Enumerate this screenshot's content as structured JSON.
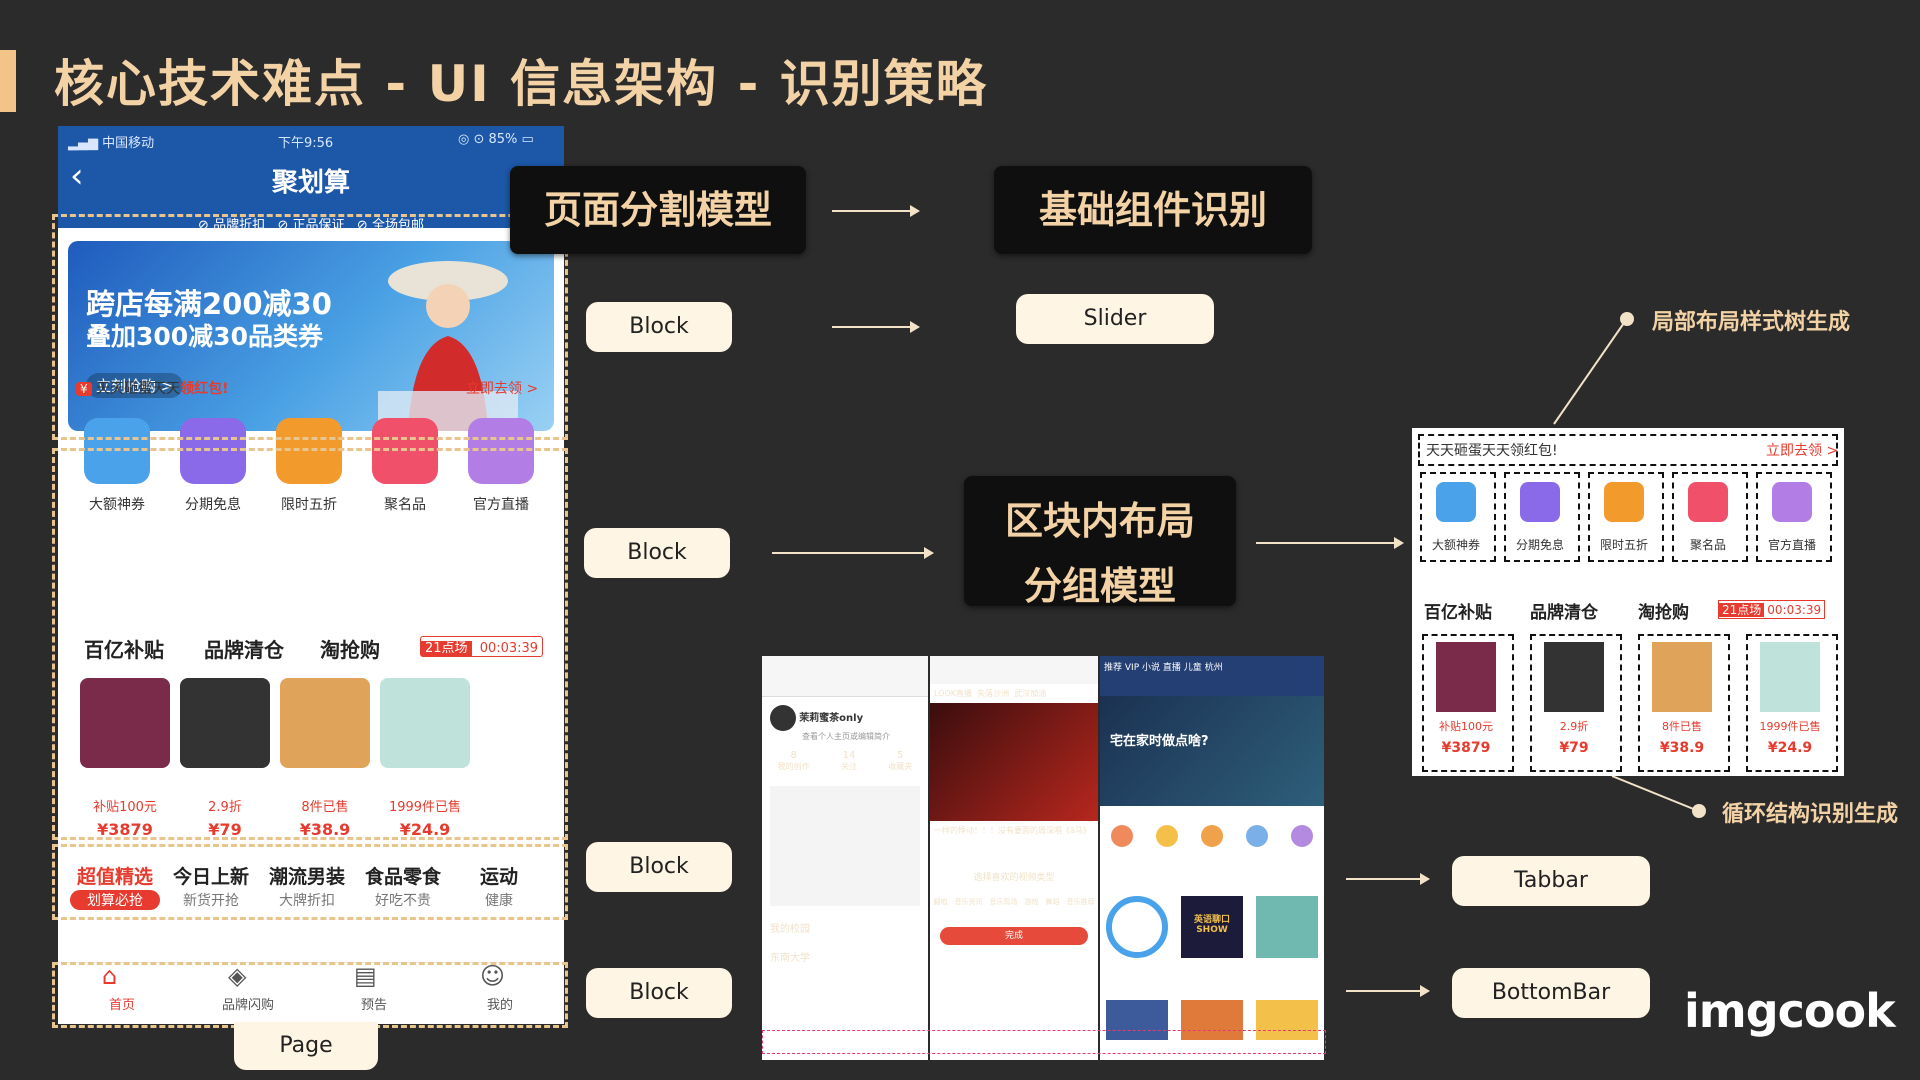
{
  "slide": {
    "title": "核心技术难点 - UI 信息架构 - 识别策略",
    "logo": "imgcook"
  },
  "phone": {
    "carrier": "中国移动",
    "time": "下午9:56",
    "battery": "85%",
    "nav_title": "聚划算",
    "tags": [
      "品牌折扣",
      "正品保证",
      "全场包邮"
    ],
    "banner": {
      "line1": "跨店每满200减30",
      "line2": "叠加300减30品类券",
      "button": "立刻抢购 >"
    },
    "redpack": {
      "text_prefix": "天天砸蛋天天",
      "text_highlight": "领红包!",
      "link": "立即去领 >"
    },
    "icons": [
      {
        "label": "大额神券",
        "color": "#4aa3ea",
        "icon": "ticket-icon"
      },
      {
        "label": "分期免息",
        "color": "#8a6ae8",
        "icon": "yen-icon"
      },
      {
        "label": "限时五折",
        "color": "#f39a2c",
        "icon": "discount-tag-icon"
      },
      {
        "label": "聚名品",
        "color": "#f0506a",
        "icon": "bag-icon"
      },
      {
        "label": "官方直播",
        "color": "#b27ee6",
        "icon": "tv-icon"
      }
    ],
    "sections": [
      "百亿补贴",
      "品牌清仓",
      "淘抢购"
    ],
    "timer_label": "21点场",
    "timer_value": "00:03:39",
    "products": [
      {
        "badge": "补贴100元",
        "price": "¥3879",
        "color": "#7a2b4a"
      },
      {
        "badge": "2.9折",
        "price": "¥79",
        "color": "#333333"
      },
      {
        "badge": "8件已售",
        "price": "¥38.9",
        "color": "#e0a35a"
      },
      {
        "badge": "1999件已售",
        "price": "¥24.9",
        "color": "#bfe3da"
      }
    ],
    "categories": [
      {
        "title": "超值精选",
        "sub": "划算必抢"
      },
      {
        "title": "今日上新",
        "sub": "新货开抢"
      },
      {
        "title": "潮流男装",
        "sub": "大牌折扣"
      },
      {
        "title": "食品零食",
        "sub": "好吃不贵"
      },
      {
        "title": "运动",
        "sub": "健康"
      }
    ],
    "tabs": [
      {
        "label": "首页",
        "icon": "home-icon"
      },
      {
        "label": "品牌闪购",
        "icon": "shopping-bag-icon"
      },
      {
        "label": "预告",
        "icon": "calendar-icon"
      },
      {
        "label": "我的",
        "icon": "user-icon"
      }
    ]
  },
  "labels": {
    "page": "Page",
    "blocks": [
      "Block",
      "Block",
      "Block",
      "Block"
    ],
    "slider": "Slider",
    "tabbar": "Tabbar",
    "bottombar": "BottomBar"
  },
  "models": {
    "split": "页面分割模型",
    "component": "基础组件识别",
    "layout_line1": "区块内布局",
    "layout_line2": "分组模型"
  },
  "notes": {
    "tree": "局部布局样式树生成",
    "loop": "循环结构识别生成"
  },
  "mini": {
    "redpack": "天天砸蛋天天领红包!",
    "link": "立即去领 >",
    "icons": [
      "大额神券",
      "分期免息",
      "限时五折",
      "聚名品",
      "官方直播"
    ],
    "sections": [
      "百亿补贴",
      "品牌清仓",
      "淘抢购"
    ],
    "timer_label": "21点场",
    "timer_value": "00:03:39",
    "badges": [
      "补贴100元",
      "2.9折",
      "8件已售",
      "1999件已售"
    ],
    "prices": [
      "¥3879",
      "¥79",
      "¥38.9",
      "¥24.9"
    ]
  },
  "screens": {
    "s1": {
      "user": "茉莉蜜茶only",
      "bio": "查看个人主页或编辑简介",
      "stats": [
        [
          "8",
          "我的创作"
        ],
        [
          "14",
          "关注"
        ],
        [
          "5",
          "收藏夹"
        ]
      ],
      "school": "我的校园",
      "univ": "东南大学"
    },
    "s2": {
      "tabs": [
        "LOOK直播",
        "失落沙洲",
        "武汉加油"
      ],
      "caption": "一样的悸动！！！没有要面的周深唱《ā马》",
      "prompt": "选择喜欢的视频类型",
      "genres": [
        "翻唱",
        "音乐资讯",
        "音乐现场",
        "游戏",
        "舞蹈",
        "音乐推荐"
      ],
      "done": "完成"
    },
    "s3": {
      "tabs": [
        "推荐",
        "VIP",
        "小说",
        "直播",
        "儿童",
        "杭州"
      ],
      "headline": "宅在家时做点啥?",
      "show": "英语聊口SHOW"
    }
  }
}
